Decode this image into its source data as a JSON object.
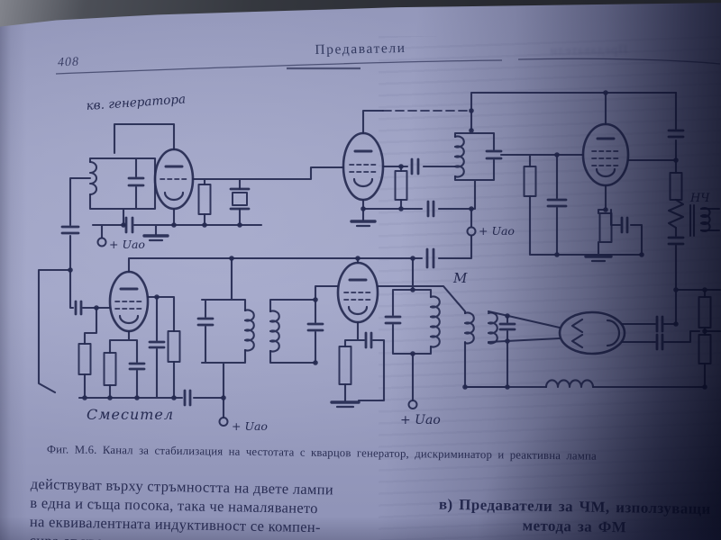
{
  "header": {
    "page_number": "408",
    "running_title": "Предаватели"
  },
  "figure": {
    "caption": "Фиг. М.6. Канал за стабилизация на честотата с кварцов генератор, дискриминатор и реактивна лампа",
    "labels": {
      "oscillator": "кв. генератора",
      "mixer": "Смесител",
      "supply": "+ Uао",
      "coupling": "М",
      "af_output": "НЧ"
    }
  },
  "body": {
    "left_column_lines": [
      "действуват върху стръмността на двете лампи",
      "в една и съща посока, така че намаляването",
      "на еквивалентната индуктивност се компен-",
      "сира от увели"
    ],
    "section_heading": {
      "line1": "в) Предаватели за ЧМ, използуващи",
      "line2": "метода за ФМ"
    }
  },
  "colors": {
    "paper": "#9ba0c2",
    "ink": "#262b52"
  }
}
